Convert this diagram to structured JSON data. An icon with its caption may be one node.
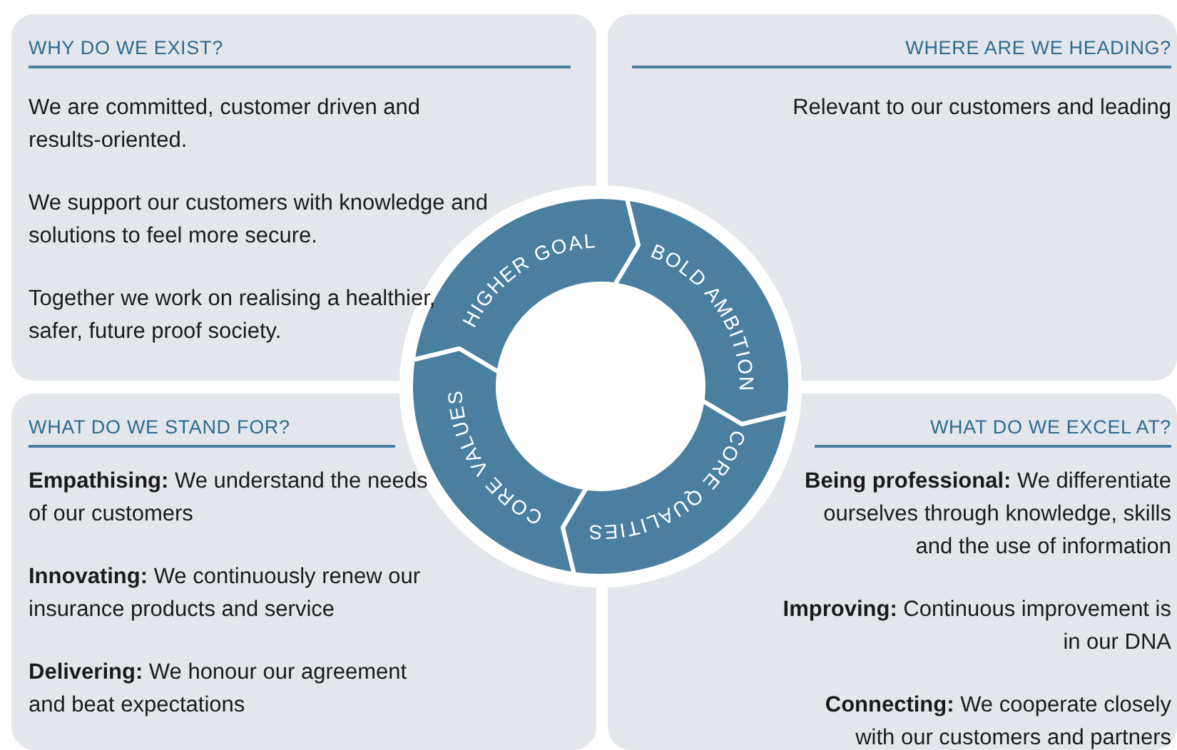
{
  "diagram": {
    "nodes": [
      {
        "text": [
          "WHY DO WE EXIST?",
          "We are committed, customer driven and results-oriented.",
          "We support our customers with knowledge and solutions to feel more secure.",
          "Together we work on realising a healthier, safer, future proof society."
        ]
      },
      {
        "text": [
          "WHERE ARE WE HEADING?",
          "Relevant to our customers and leading"
        ]
      },
      {
        "text": [
          "WHAT DO WE STAND FOR?",
          "**Empathising:** We understand the needs of our customers",
          "**Innovating:** We continuously renew our insurance products and service",
          "**Delivering:** We honour our agreement and beat expectations"
        ]
      },
      {
        "text": [
          "WHAT DO WE EXCEL AT?",
          "**Being professional:**  We differentiate ourselves through knowledge, skills and the use of information",
          "**Improving:** Continuous improvement is in our DNA",
          "**Connecting:** We cooperate closely with our customers and partners"
        ]
      },
      {
        "text": [
          "HIGHER GOAL"
        ]
      },
      {
        "text": [
          "BOLD AMBITION"
        ]
      },
      {
        "text": [
          "CORE VALUES"
        ]
      },
      {
        "text": [
          "CORE QUALITIES"
        ]
      }
    ]
  }
}
